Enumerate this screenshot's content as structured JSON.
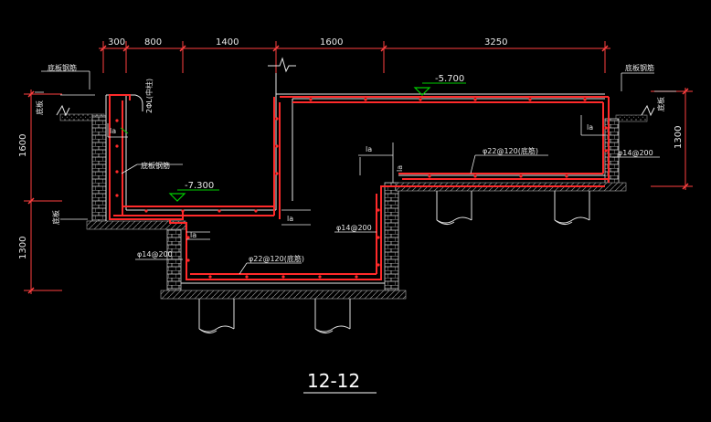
{
  "drawing": {
    "title": "12-12",
    "background_color": "#000000",
    "rebar_color": "#ff2a2a",
    "dimension_color": "#ff4040",
    "wall_color": "#d0d0d0",
    "elevation_marker_color": "#00cc00",
    "leader_color": "#ffffff"
  },
  "dimensions": {
    "top": [
      "300",
      "800",
      "1400",
      "1600",
      "3250"
    ],
    "left": [
      "1600",
      "1300"
    ],
    "right": [
      "1300"
    ]
  },
  "elevations": [
    "-5.700",
    "-7.300"
  ],
  "labels": {
    "la": "la",
    "rebar_left_wall": "φ14@200",
    "rebar_right_wall": "φ14@200",
    "rebar_mid_wall": "φ14@200",
    "bottom_rebar_upper": "φ22@120(底筋)",
    "bottom_rebar_lower": "φ22@120(底筋)",
    "vertical_tag": "2ΦL(中柱)",
    "wall_rebar_tag": "底板钢筋",
    "top_left_tag": "底板钢筋",
    "top_right_tag": "底板钢筋",
    "side_tag_top_left": "底板",
    "side_tag_bottom_left": "底板",
    "side_tag_right": "底板"
  }
}
